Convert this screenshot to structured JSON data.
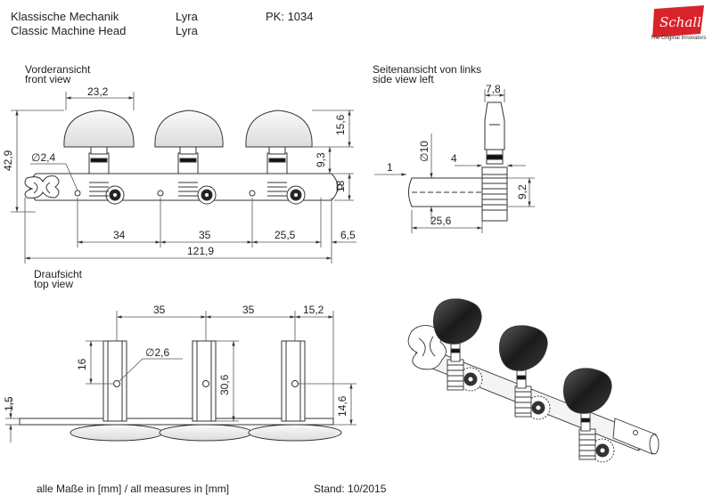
{
  "header": {
    "title_de": "Klassische Mechanik",
    "title_en": "Classic Machine Head",
    "model_de": "Lyra",
    "model_en": "Lyra",
    "part_no": "PK: 1034"
  },
  "brand": {
    "name": "Schaller",
    "tagline": "The Original Innovators",
    "color": "#d8232a"
  },
  "views": {
    "front": {
      "label_de": "Vorderansicht",
      "label_en": "front view"
    },
    "side": {
      "label_de": "Seitenansicht von links",
      "label_en": "side view left"
    },
    "top": {
      "label_de": "Draufsicht",
      "label_en": "top view"
    }
  },
  "dimensions": {
    "front": {
      "button_width": "23,2",
      "button_height": "15,6",
      "shaft_to_plate": "9,3",
      "plate_height": "18",
      "total_height": "42,9",
      "hole_dia": "∅2,4",
      "spacing_1": "34",
      "spacing_2": "35",
      "spacing_3": "25,5",
      "edge": "6,5",
      "total_length": "121,9"
    },
    "side": {
      "button_thickness": "7,8",
      "dia_10": "∅10",
      "d1": "1",
      "d4": "4",
      "roller_length": "25,6",
      "plate_offset": "9,2"
    },
    "top": {
      "spacing_1": "35",
      "spacing_2": "35",
      "end_offset": "15,2",
      "roller_depth": "16",
      "hole_dia": "∅2,6",
      "roller_length": "30,6",
      "plate_thickness": "1,5",
      "to_hole": "14,6"
    }
  },
  "footer": {
    "units": "alle Maße in [mm] / all measures in [mm]",
    "stand": "Stand: 10/2015"
  },
  "colors": {
    "line": "#333333",
    "dim": "#555555"
  }
}
